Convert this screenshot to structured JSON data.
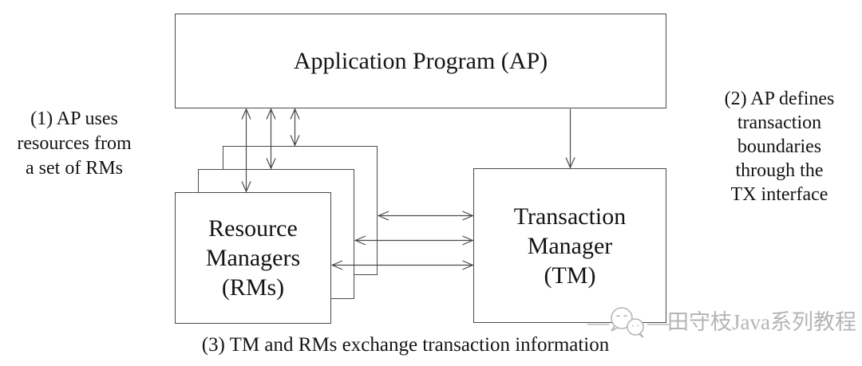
{
  "diagram": {
    "boxes": {
      "ap": {
        "label": "Application Program (AP)"
      },
      "rm": {
        "label": "Resource\nManagers\n(RMs)",
        "stack_count": 3
      },
      "tm": {
        "label": "Transaction\nManager\n(TM)"
      }
    },
    "notes": {
      "note1": "(1) AP uses\nresources from\na set of RMs",
      "note2": "(2) AP defines\ntransaction\nboundaries\nthrough the\nTX interface",
      "note3": "(3) TM and RMs exchange transaction information"
    },
    "connections": [
      {
        "from": "AP",
        "to": "RMs",
        "style": "bidirectional-arrows",
        "count": 3
      },
      {
        "from": "AP",
        "to": "TM",
        "style": "single-arrow-down",
        "count": 1
      },
      {
        "from": "RMs",
        "to": "TM",
        "style": "bidirectional-arrows",
        "count": 3
      }
    ],
    "colors": {
      "line": "#4a4a4a",
      "text": "#141414",
      "background": "#ffffff",
      "watermark": "#b5b5b5"
    }
  },
  "watermark": {
    "dash": "—",
    "text": "田守枝Java系列教程",
    "icon": "wechat-chat-bubbles-icon"
  }
}
